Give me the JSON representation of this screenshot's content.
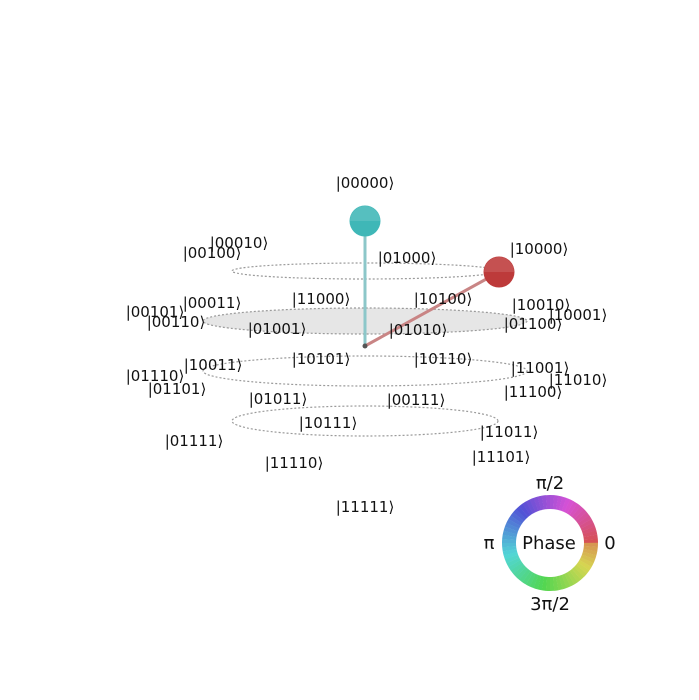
{
  "diagram": {
    "type": "qsphere",
    "rings": 4,
    "states": [
      {
        "label": "|00000⟩"
      },
      {
        "label": "|00010⟩"
      },
      {
        "label": "|00100⟩"
      },
      {
        "label": "|01000⟩"
      },
      {
        "label": "|10000⟩"
      },
      {
        "label": "|00101⟩"
      },
      {
        "label": "|00011⟩"
      },
      {
        "label": "|11000⟩"
      },
      {
        "label": "|10100⟩"
      },
      {
        "label": "|10010⟩"
      },
      {
        "label": "|10001⟩"
      },
      {
        "label": "|00110⟩"
      },
      {
        "label": "|01001⟩"
      },
      {
        "label": "|01010⟩"
      },
      {
        "label": "|01100⟩"
      },
      {
        "label": "|10011⟩"
      },
      {
        "label": "|10101⟩"
      },
      {
        "label": "|10110⟩"
      },
      {
        "label": "|11001⟩"
      },
      {
        "label": "|01110⟩"
      },
      {
        "label": "|11010⟩"
      },
      {
        "label": "|01101⟩"
      },
      {
        "label": "|11100⟩"
      },
      {
        "label": "|01011⟩"
      },
      {
        "label": "|00111⟩"
      },
      {
        "label": "|10111⟩"
      },
      {
        "label": "|11011⟩"
      },
      {
        "label": "|01111⟩"
      },
      {
        "label": "|11101⟩"
      },
      {
        "label": "|11110⟩"
      },
      {
        "label": "|11111⟩"
      }
    ],
    "amplitudes": [
      {
        "state": "|00000⟩",
        "color": "#3fb7b7",
        "stroke": "#8cc7c9",
        "phase": "π"
      },
      {
        "state": "|10000⟩",
        "color": "#bd3a3a",
        "stroke": "#c98585",
        "phase": "0"
      }
    ],
    "phase_wheel": {
      "title": "Phase",
      "labels": {
        "top": "π/2",
        "left": "π",
        "right": "0",
        "bottom": "3π/2"
      }
    }
  }
}
